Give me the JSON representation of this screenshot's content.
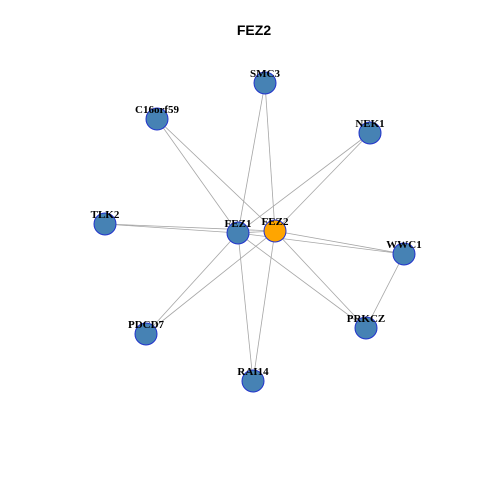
{
  "title": "FEZ2",
  "colors": {
    "node_default": "#4682b4",
    "node_focus": "#ffa500",
    "node_border": "#2233cc",
    "edge": "#a6a6a6"
  },
  "nodes": [
    {
      "id": "FEZ2",
      "label": "FEZ2",
      "focus": true
    },
    {
      "id": "FEZ1",
      "label": "FEZ1",
      "focus": false
    },
    {
      "id": "SMC3",
      "label": "SMC3",
      "focus": false
    },
    {
      "id": "C16orf59",
      "label": "C16orf59",
      "focus": false
    },
    {
      "id": "NEK1",
      "label": "NEK1",
      "focus": false
    },
    {
      "id": "TLK2",
      "label": "TLK2",
      "focus": false
    },
    {
      "id": "WWC1",
      "label": "WWC1",
      "focus": false
    },
    {
      "id": "PDCD7",
      "label": "PDCD7",
      "focus": false
    },
    {
      "id": "PRKCZ",
      "label": "PRKCZ",
      "focus": false
    },
    {
      "id": "RAI14",
      "label": "RAI14",
      "focus": false
    }
  ],
  "edges": [
    [
      "FEZ2",
      "FEZ1"
    ],
    [
      "FEZ2",
      "SMC3"
    ],
    [
      "FEZ2",
      "C16orf59"
    ],
    [
      "FEZ2",
      "NEK1"
    ],
    [
      "FEZ2",
      "TLK2"
    ],
    [
      "FEZ2",
      "WWC1"
    ],
    [
      "FEZ2",
      "PDCD7"
    ],
    [
      "FEZ2",
      "PRKCZ"
    ],
    [
      "FEZ2",
      "RAI14"
    ],
    [
      "FEZ1",
      "SMC3"
    ],
    [
      "FEZ1",
      "C16orf59"
    ],
    [
      "FEZ1",
      "NEK1"
    ],
    [
      "FEZ1",
      "TLK2"
    ],
    [
      "FEZ1",
      "WWC1"
    ],
    [
      "FEZ1",
      "PDCD7"
    ],
    [
      "FEZ1",
      "PRKCZ"
    ],
    [
      "FEZ1",
      "RAI14"
    ],
    [
      "WWC1",
      "PRKCZ"
    ]
  ]
}
